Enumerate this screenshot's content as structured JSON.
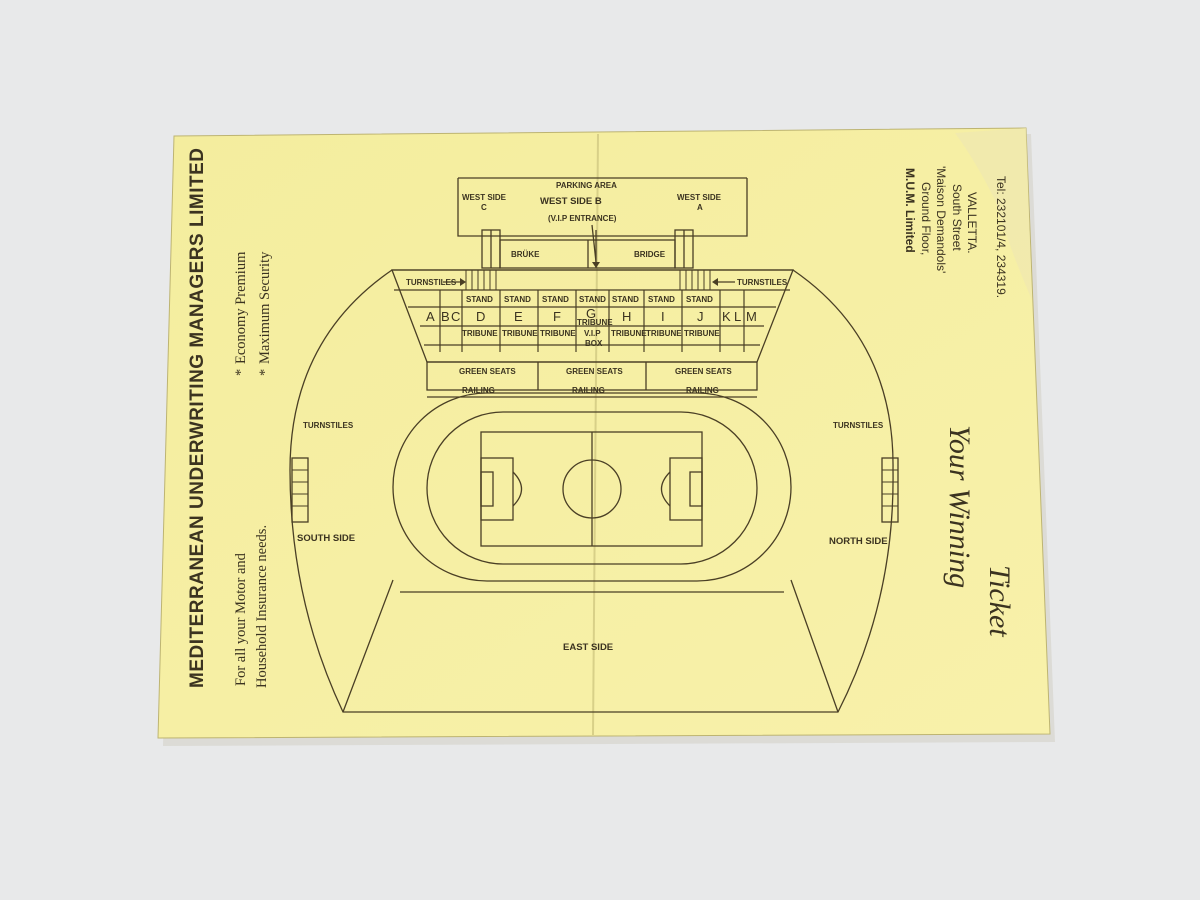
{
  "company": {
    "name": "MEDITERRANEAN UNDERWRITING MANAGERS LIMITED",
    "line1": "For all your Motor and",
    "line2": "Household Insurance needs.",
    "bullet1": "Economy Premium",
    "bullet2": "Maximum Security",
    "bullet_mark": "*"
  },
  "address": {
    "line1": "M.U.M. Limited",
    "line2": "Ground Floor,",
    "line3": "'Maison Demandols'",
    "line4": "South Street",
    "line5": "VALLETTA.",
    "line6": "Tel: 232101/4, 234319."
  },
  "slogan": {
    "line1": "Your Winning",
    "line2": "Ticket"
  },
  "stadium": {
    "parking": "PARKING AREA",
    "west_b": "WEST SIDE B",
    "vip_entrance": "(V.I.P ENTRANCE)",
    "west_c_1": "WEST SIDE",
    "west_c_2": "C",
    "west_a_1": "WEST SIDE",
    "west_a_2": "A",
    "bridge_left": "BRÜKE",
    "bridge_right": "BRIDGE",
    "turnstiles": "TURNSTILES",
    "stand": "STAND",
    "tribune": "TRIBUNE",
    "vip_box_1": "V.I.P",
    "vip_box_2": "BOX",
    "green_seats": "GREEN SEATS",
    "railing": "RAILING",
    "south_side": "SOUTH SIDE",
    "north_side": "NORTH SIDE",
    "east_side": "EAST SIDE",
    "letters": [
      "A",
      "B",
      "C",
      "D",
      "E",
      "F",
      "G",
      "H",
      "I",
      "J",
      "K",
      "L",
      "M"
    ]
  },
  "colors": {
    "background": "#e8e9ea",
    "card": "#f6f0a4",
    "ink": "#4a3f25"
  }
}
